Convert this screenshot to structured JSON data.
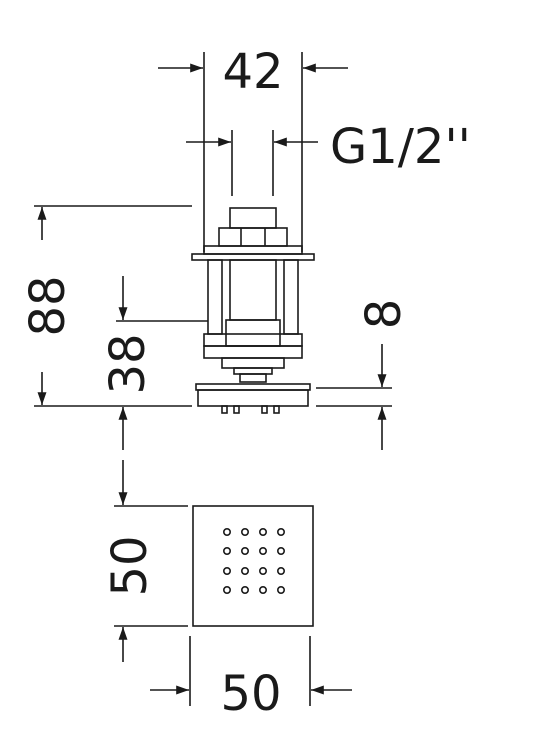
{
  "labels": {
    "top_width": "42",
    "thread": "G1/2''",
    "total_height": "88",
    "body_height": "38",
    "plate_thickness": "8",
    "face_height": "50",
    "face_width": "50"
  },
  "colors": {
    "line": "#1a1a1a",
    "background": "#ffffff"
  }
}
